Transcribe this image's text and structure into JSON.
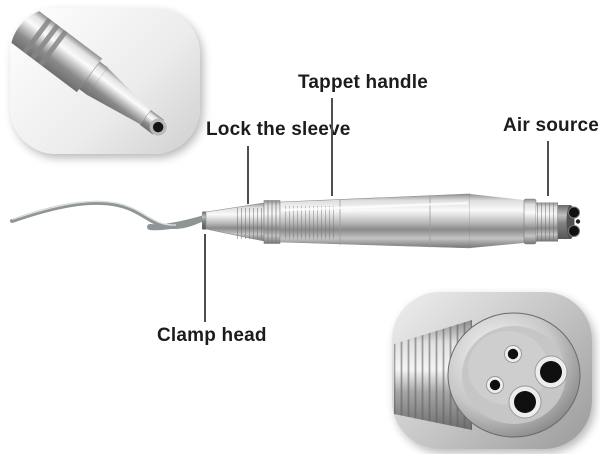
{
  "diagram": {
    "labels": {
      "tappet_handle": "Tappet handle",
      "lock_sleeve": "Lock the sleeve",
      "air_source": "Air source",
      "clamp_head": "Clamp head"
    },
    "colors": {
      "background": "#ffffff",
      "label_text": "#1c1c1c",
      "leader_line": "#4f4f4f",
      "metal_highlight": "#fafafa",
      "metal_mid": "#bdbdbd",
      "metal_shadow": "#767676",
      "hole_black": "#101010"
    }
  }
}
